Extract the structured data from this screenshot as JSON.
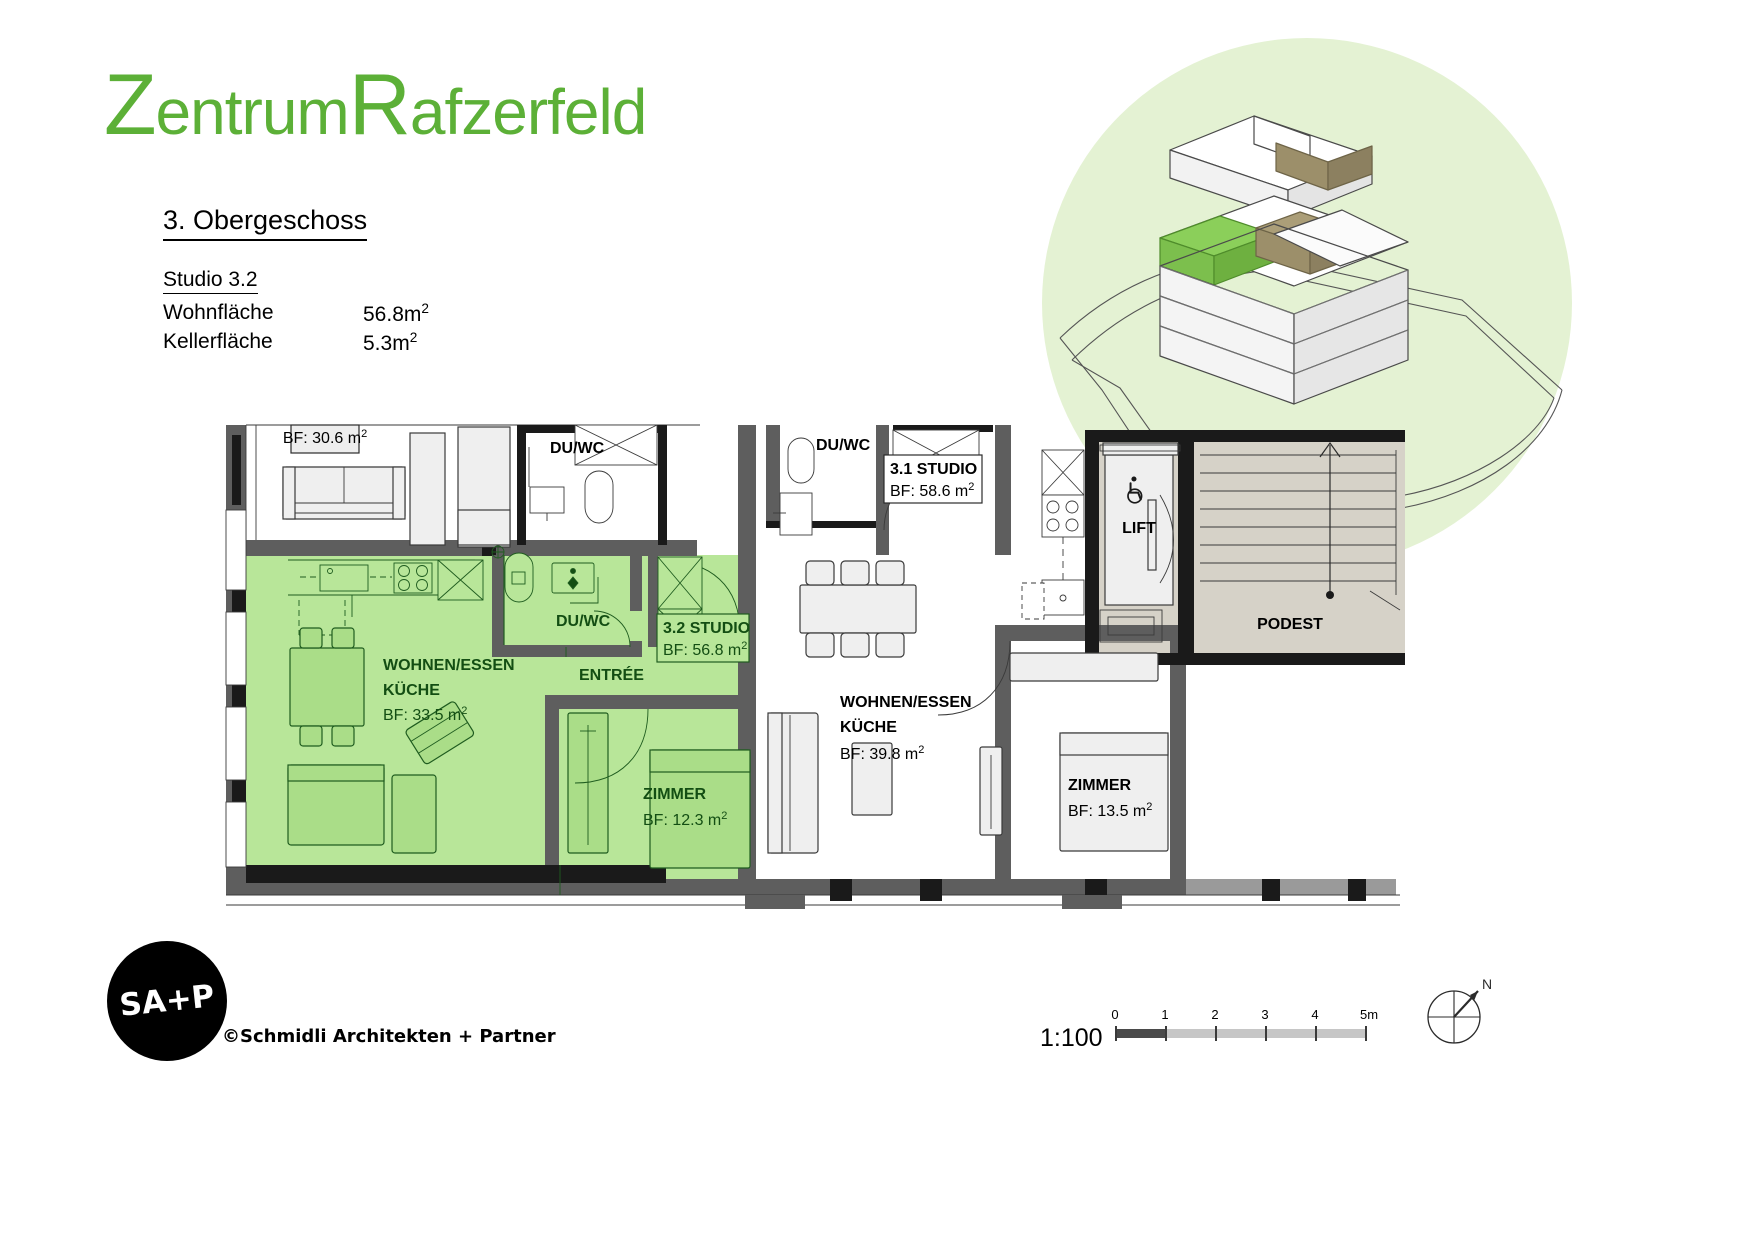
{
  "brand": {
    "part1": "Z",
    "part2": "entrum",
    "part3": "R",
    "part4": "afzerfeld",
    "color": "#5cb037"
  },
  "header": {
    "floor_title": "3. Obergeschoss",
    "unit_name": "Studio 3.2",
    "stats": [
      {
        "label": "Wohnfläche",
        "value": "56.8m",
        "unit": "2"
      },
      {
        "label": "Kellerfläche",
        "value": "5.3m",
        "unit": "2"
      }
    ]
  },
  "plan": {
    "highlight_color": "#b8e699",
    "highlight_stroke": "#1f5c1f",
    "core_color": "#d6d2c8",
    "wall_dark": "#1a1a1a",
    "wall_mid": "#5e5e5e",
    "furniture_fill": "#eeeeee",
    "labels": {
      "balcony_top_left": {
        "text": "BF: 30.6 m",
        "sup": "2"
      },
      "duwc_top_left": "DU/WC",
      "duwc_unit32": "DU/WC",
      "duwc_unit31": "DU/WC",
      "studio31_title": "3.1 STUDIO",
      "studio31_area": {
        "text": "BF: 58.6 m",
        "sup": "2"
      },
      "studio32_title": "3.2 STUDIO",
      "studio32_area": {
        "text": "BF: 56.8 m",
        "sup": "2"
      },
      "wohnen_essen_32_line1": "WOHNEN/ESSEN",
      "wohnen_essen_32_line2": "KÜCHE",
      "wohnen_essen_32_area": {
        "text": "BF: 33.5 m",
        "sup": "2"
      },
      "entree_32": "ENTRÉE",
      "zimmer_32": "ZIMMER",
      "zimmer_32_area": {
        "text": "BF: 12.3 m",
        "sup": "2"
      },
      "wohnen_essen_31_line1": "WOHNEN/ESSEN",
      "wohnen_essen_31_line2": "KÜCHE",
      "wohnen_essen_31_area": {
        "text": "BF: 39.8 m",
        "sup": "2"
      },
      "zimmer_31": "ZIMMER",
      "zimmer_31_area": {
        "text": "BF: 13.5 m",
        "sup": "2"
      },
      "lift": "LIFT",
      "podest": "PODEST"
    }
  },
  "footer": {
    "logo_text": "SA+P",
    "copyright": "©Schmidli Architekten + Partner",
    "scale_label": "1:100",
    "scale_ticks": [
      "0",
      "1",
      "2",
      "3",
      "4",
      "5m"
    ],
    "compass_letter": "N"
  }
}
